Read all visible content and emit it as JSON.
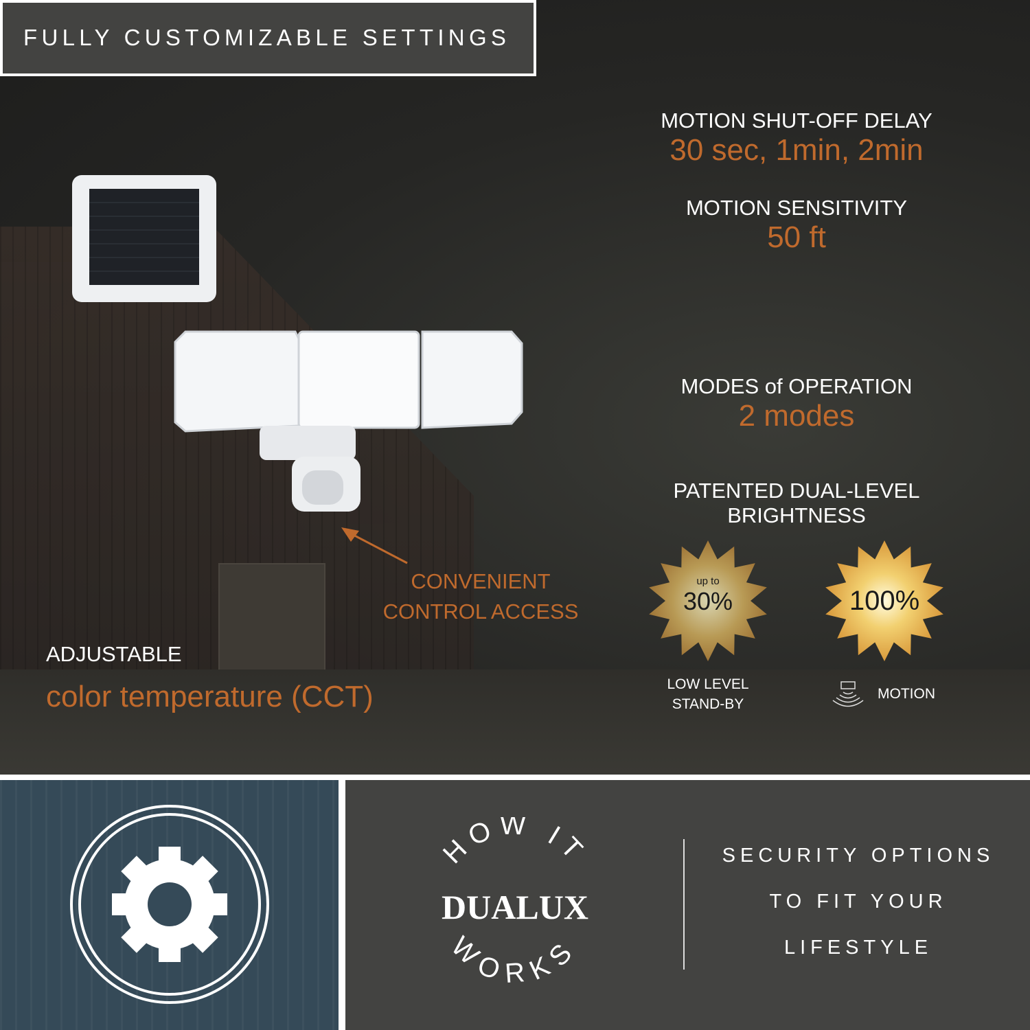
{
  "header": {
    "title": "FULLY CUSTOMIZABLE SETTINGS"
  },
  "features": [
    {
      "label": "MOTION SHUT-OFF DELAY",
      "value": "30 sec, 1min, 2min"
    },
    {
      "label": "MOTION SENSITIVITY",
      "value": "50 ft"
    },
    {
      "label": "MODES of OPERATION",
      "value": "2  modes"
    },
    {
      "label": "PATENTED DUAL-LEVEL BRIGHTNESS"
    }
  ],
  "brightness": {
    "low": {
      "prefix": "up to",
      "value": "30%",
      "caption_line1": "LOW LEVEL",
      "caption_line2": "STAND-BY",
      "level_percent": 30
    },
    "high": {
      "value": "100%",
      "caption": "MOTION",
      "icon": "motion-sensor-icon",
      "level_percent": 100
    }
  },
  "callout": {
    "line1": "CONVENIENT",
    "line2": "CONTROL ACCESS"
  },
  "cct": {
    "label": "ADJUSTABLE",
    "value": "color temperature (CCT)"
  },
  "bottom": {
    "badge_top": "HOW IT",
    "brand": "DUALUX",
    "badge_bottom": "WORKS",
    "tagline": [
      "SECURITY OPTIONS",
      "TO FIT YOUR",
      "LIFESTYLE"
    ],
    "icon": "gear-icon"
  },
  "colors": {
    "accent": "#c06a2d",
    "panel": "#434341",
    "blue_panel": "#354a58"
  }
}
